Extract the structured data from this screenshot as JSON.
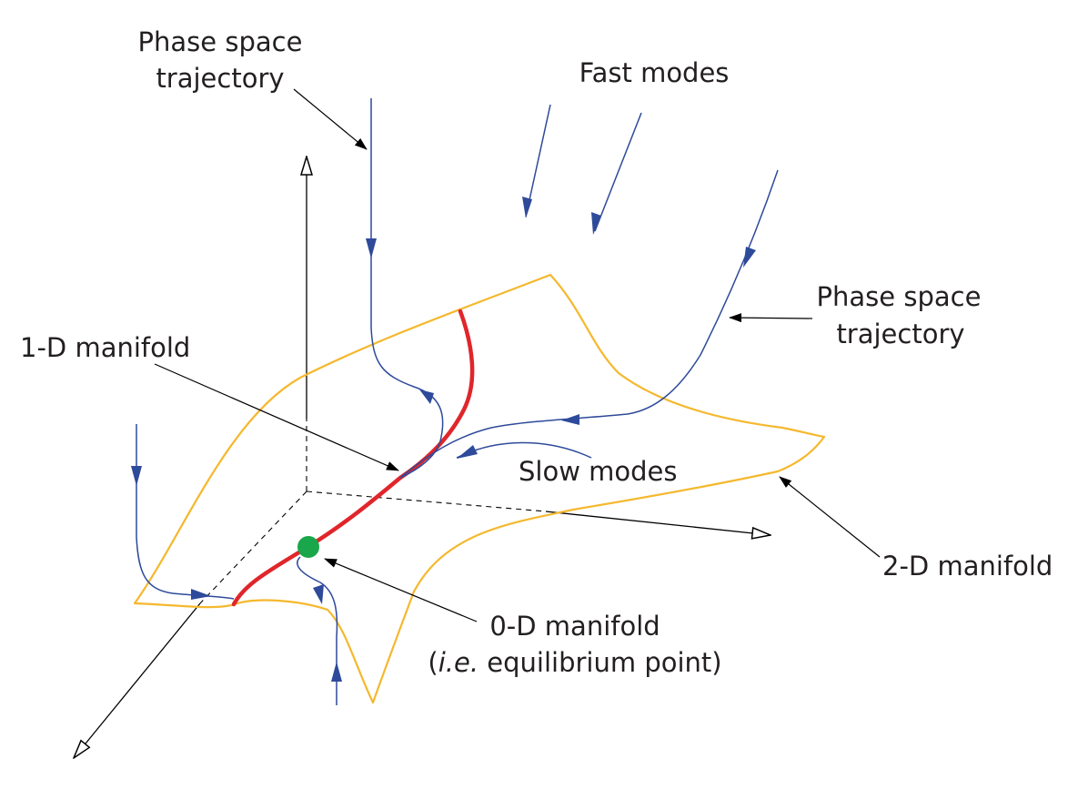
{
  "labels": {
    "phase_traj_top_line1": "Phase space",
    "phase_traj_top_line2": "trajectory",
    "fast_modes": "Fast modes",
    "phase_traj_right_line1": "Phase space",
    "phase_traj_right_line2": "trajectory",
    "one_d_manifold": "1-D manifold",
    "slow_modes": "Slow modes",
    "two_d_manifold": "2-D manifold",
    "zero_d_line1": "0-D manifold",
    "zero_d_line2_open": "(",
    "zero_d_line2_italic": "i.e.",
    "zero_d_line2_rest": " equilibrium point)"
  },
  "colors": {
    "surface": "#f5b82e",
    "slow_manifold": "#e0262b",
    "trajectory": "#2e4a9a",
    "equilibrium": "#1aa64a",
    "text": "#231f20"
  }
}
